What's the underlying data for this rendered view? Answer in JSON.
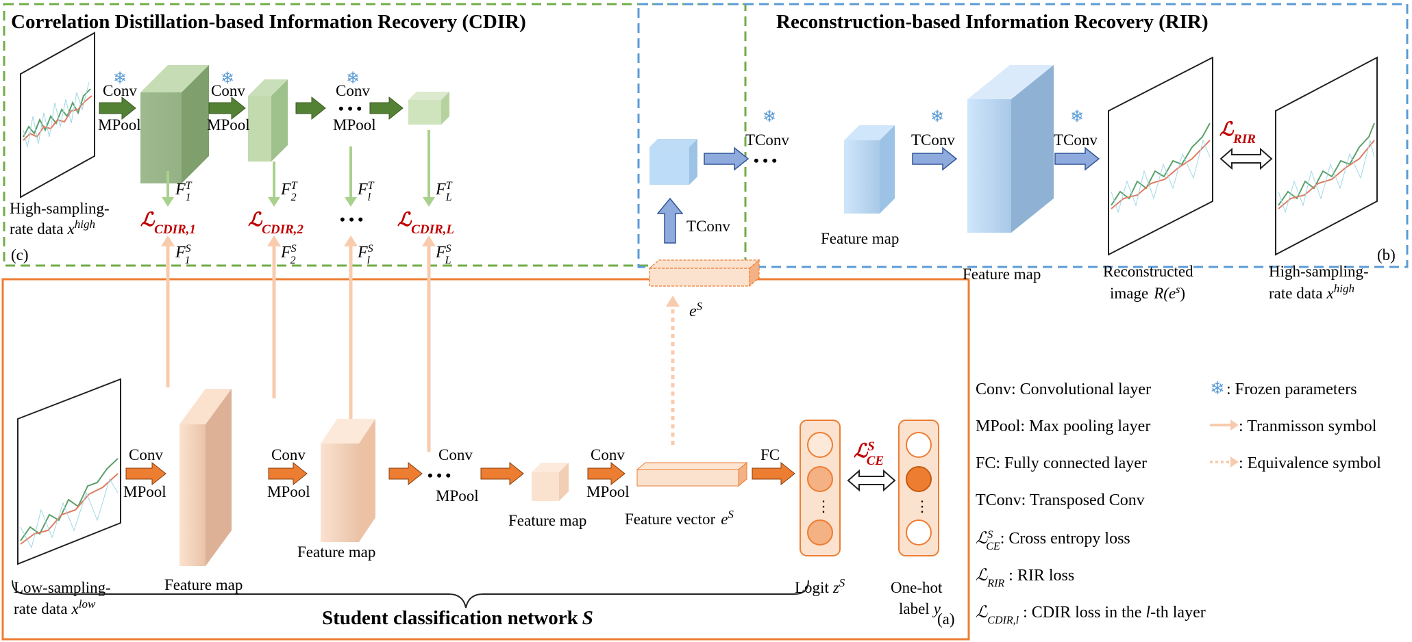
{
  "sections": {
    "cdir_title": "Correlation Distillation-based Information Recovery (CDIR)",
    "rir_title": "Reconstruction-based Information Recovery (RIR)",
    "student_title": "Student classification network",
    "student_symbol": "S",
    "tag_a": "(a)",
    "tag_b": "(b)",
    "tag_c": "(c)"
  },
  "ops": {
    "conv": "Conv",
    "mpool": "MPool",
    "tconv": "TConv",
    "fc": "FC",
    "dots": "• • •"
  },
  "cdir": {
    "input_line1": "High-sampling-",
    "input_line2": "rate data",
    "input_var": "x",
    "input_sup": "high",
    "loss_base": "ℒ",
    "loss_subs": [
      "CDIR,1",
      "CDIR,2",
      "",
      "CDIR,L"
    ],
    "ft_subs": [
      "1",
      "2",
      "l",
      "L"
    ],
    "f_base": "F",
    "sup_t": "T",
    "sup_s": "S",
    "ellipsis": "• • •"
  },
  "rir": {
    "feature_map_1": "Feature map",
    "feature_map_2": "Feature map",
    "recon_line1": "Reconstructed",
    "recon_line2": "image",
    "recon_expr": "R(e",
    "recon_sup": "s",
    "recon_close": ")",
    "high_line1": "High-sampling-",
    "high_line2": "rate data",
    "high_var": "x",
    "high_sup": "high",
    "loss_label": "ℒ",
    "loss_sub": "RIR",
    "es_var": "e",
    "es_sup": "S"
  },
  "student": {
    "input_line1": "Low-sampling-",
    "input_line2": "rate data",
    "input_var": "x",
    "input_sup": "low",
    "feature_map_a": "Feature map",
    "feature_map_b": "Feature map",
    "feature_map_c": "Feature map",
    "feature_vector": "Feature vector",
    "fv_var": "e",
    "fv_sup": "S",
    "logit_label": "Logit",
    "logit_var": "z",
    "logit_sup": "S",
    "onehot_line1": "One-hot",
    "onehot_line2": "label",
    "onehot_var": "y",
    "ce_loss": "ℒ",
    "ce_sub": "CE",
    "ce_sup": "S",
    "vdots": "⋮"
  },
  "legend": {
    "items": [
      "Conv: Convolutional layer",
      "MPool: Max pooling layer",
      "FC: Fully connected layer",
      "TConv: Transposed Conv",
      ": Cross entropy loss",
      " : RIR loss",
      " : CDIR loss in the ",
      "-th layer"
    ],
    "ce_sym": "ℒ",
    "ce_sub": "CE",
    "ce_sup": "S",
    "rir_sym": "ℒ",
    "rir_sub": "RIR",
    "cdir_sym": "ℒ",
    "cdir_sub": "CDIR,l",
    "layer_var": "l",
    "frozen": ": Frozen parameters",
    "transmission": ": Tranmisson symbol",
    "equivalence": ": Equivalence symbol",
    "snowflake": "❄"
  },
  "colors": {
    "green_border": "#70ad47",
    "blue_border": "#5b9bd5",
    "orange_border": "#ed7d31",
    "loss_red": "#c00000",
    "arrow_green": "#548235",
    "arrow_blue": "#8faadc",
    "arrow_orange": "#ed7d31",
    "transmit_orange": "#f8cbad",
    "snowflake_blue": "#5b9bd5"
  }
}
